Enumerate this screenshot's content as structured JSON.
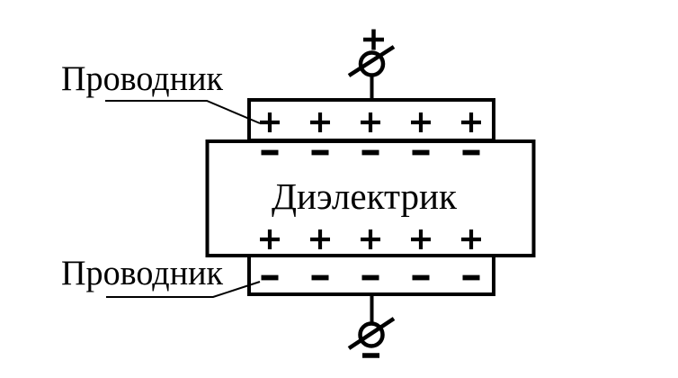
{
  "diagram": {
    "kind": "capacitor-structure",
    "labels": {
      "top_conductor": "Проводник",
      "bottom_conductor": "Проводник",
      "dielectric": "Диэлектрик"
    },
    "terminals": {
      "top": {
        "sign": "+"
      },
      "bottom": {
        "sign": "-"
      }
    },
    "charge_rows": [
      {
        "id": "top-plate-charges",
        "region": "top conductor plate",
        "symbol": "+",
        "count": 5
      },
      {
        "id": "dielectric-top-charges",
        "region": "dielectric upper face",
        "symbol": "-",
        "count": 5
      },
      {
        "id": "dielectric-bottom-charges",
        "region": "dielectric lower face",
        "symbol": "+",
        "count": 5
      },
      {
        "id": "bottom-plate-charges",
        "region": "bottom conductor plate",
        "symbol": "-",
        "count": 5
      }
    ],
    "colors": {
      "line": "#000000",
      "background": "#ffffff"
    }
  }
}
